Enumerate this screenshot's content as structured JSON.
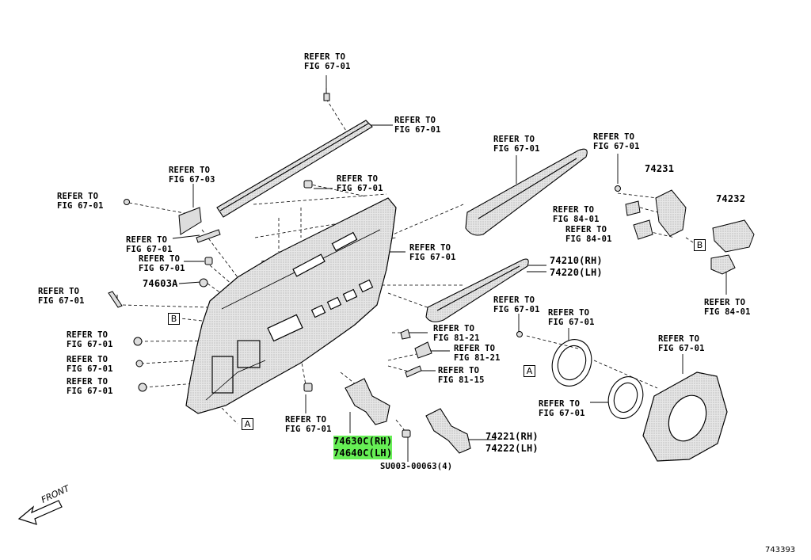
{
  "refs": [
    {
      "id": "r1",
      "line1": "REFER TO",
      "line2": "FIG 67-01"
    },
    {
      "id": "r2",
      "line1": "REFER TO",
      "line2": "FIG 67-01"
    },
    {
      "id": "r3",
      "line1": "REFER TO",
      "line2": "FIG 67-03"
    },
    {
      "id": "r4",
      "line1": "REFER TO",
      "line2": "FIG 67-01"
    },
    {
      "id": "r5",
      "line1": "REFER TO",
      "line2": "FIG 67-01"
    },
    {
      "id": "r6",
      "line1": "REFER TO",
      "line2": "FIG 67-01"
    },
    {
      "id": "r7",
      "line1": "REFER TO",
      "line2": "FIG 67-01"
    },
    {
      "id": "r8",
      "line1": "REFER TO",
      "line2": "FIG 67-01"
    },
    {
      "id": "r9",
      "line1": "REFER TO",
      "line2": "FIG 67-01"
    },
    {
      "id": "r10",
      "line1": "REFER TO",
      "line2": "FIG 67-01"
    },
    {
      "id": "r11",
      "line1": "REFER TO",
      "line2": "FIG 67-01"
    },
    {
      "id": "r12",
      "line1": "REFER TO",
      "line2": "FIG 67-01"
    },
    {
      "id": "r13",
      "line1": "REFER TO",
      "line2": "FIG 67-01"
    },
    {
      "id": "r14",
      "line1": "REFER TO",
      "line2": "FIG 67-01"
    },
    {
      "id": "r15",
      "line1": "REFER TO",
      "line2": "FIG 84-01"
    },
    {
      "id": "r16",
      "line1": "REFER TO",
      "line2": "FIG 84-01"
    },
    {
      "id": "r17",
      "line1": "REFER TO",
      "line2": "FIG 84-01"
    },
    {
      "id": "r18",
      "line1": "REFER TO",
      "line2": "FIG 81-21"
    },
    {
      "id": "r19",
      "line1": "REFER TO",
      "line2": "FIG 81-21"
    },
    {
      "id": "r20",
      "line1": "REFER TO",
      "line2": "FIG 81-15"
    },
    {
      "id": "r21",
      "line1": "REFER TO",
      "line2": "FIG 67-01"
    },
    {
      "id": "r22",
      "line1": "REFER TO",
      "line2": "FIG 67-01"
    },
    {
      "id": "r23",
      "line1": "REFER TO",
      "line2": "FIG 67-01"
    },
    {
      "id": "r24",
      "line1": "REFER TO",
      "line2": "FIG 67-01"
    },
    {
      "id": "r25",
      "line1": "REFER TO",
      "line2": "FIG 67-01"
    }
  ],
  "parts": {
    "p74231": "74231",
    "p74232": "74232",
    "p74210": "74210(RH)",
    "p74220": "74220(LH)",
    "p74603A": "74603A",
    "p74630C": "74630C(RH)",
    "p74640C": "74640C(LH)",
    "p74221": "74221(RH)",
    "p74222": "74222(LH)",
    "pSU003": "SU003-00063(4)"
  },
  "callouts": {
    "a1": "A",
    "a2": "A",
    "b1": "B",
    "b2": "B"
  },
  "front_label": "FRONT",
  "figure_id": "743393",
  "colors": {
    "highlight": "#66ee55",
    "ink": "#000000",
    "panel_fill": "#d9d9d9"
  }
}
